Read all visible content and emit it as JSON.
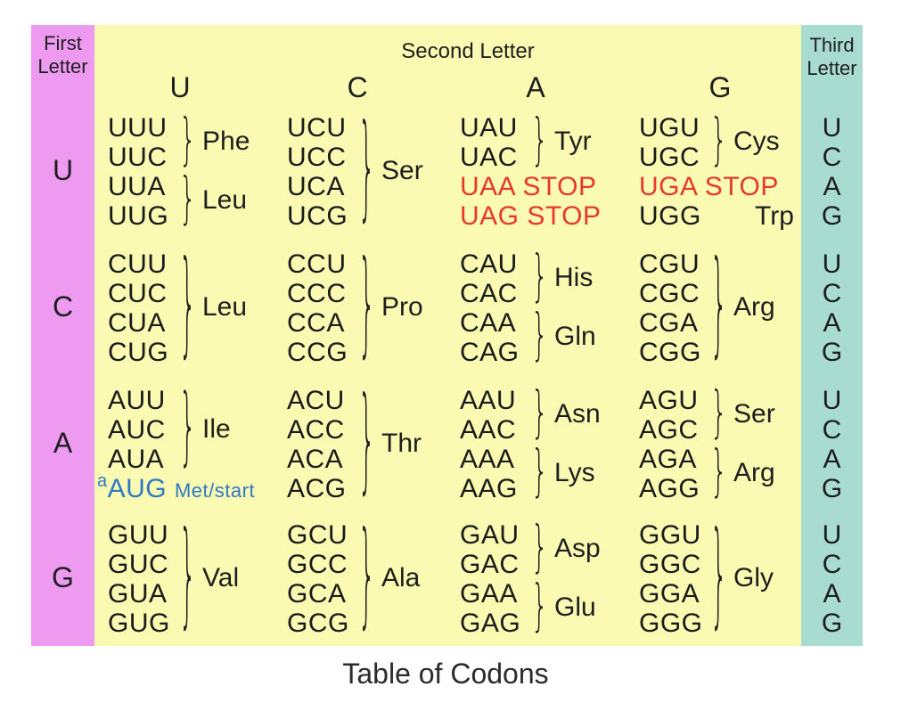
{
  "headers": {
    "first_letter": [
      "First",
      "Letter"
    ],
    "second_letter": "Second Letter",
    "third_letter": [
      "Third",
      "Letter"
    ],
    "second_letters": [
      "U",
      "C",
      "A",
      "G"
    ],
    "first_letters": [
      "U",
      "C",
      "A",
      "G"
    ],
    "third_letters": [
      "U",
      "C",
      "A",
      "G"
    ]
  },
  "rows": [
    {
      "cells": [
        {
          "codons": [
            "UUU",
            "UUC",
            "UUA",
            "UUG"
          ],
          "groups": [
            {
              "label": "Phe",
              "span": 2
            },
            {
              "label": "Leu",
              "span": 2
            }
          ]
        },
        {
          "codons": [
            "UCU",
            "UCC",
            "UCA",
            "UCG"
          ],
          "groups": [
            {
              "label": "Ser",
              "span": 4
            }
          ]
        },
        {
          "codons": [
            "UAU",
            "UAC",
            "UAA STOP",
            "UAG STOP"
          ],
          "groups": [
            {
              "label": "Tyr",
              "span": 2
            }
          ]
        },
        {
          "codons": [
            "UGU",
            "UGC",
            "UGA STOP",
            "UGG"
          ],
          "groups": [
            {
              "label": "Cys",
              "span": 2
            }
          ],
          "extra": "Trp"
        }
      ]
    },
    {
      "cells": [
        {
          "codons": [
            "CUU",
            "CUC",
            "CUA",
            "CUG"
          ],
          "groups": [
            {
              "label": "Leu",
              "span": 4
            }
          ]
        },
        {
          "codons": [
            "CCU",
            "CCC",
            "CCA",
            "CCG"
          ],
          "groups": [
            {
              "label": "Pro",
              "span": 4
            }
          ]
        },
        {
          "codons": [
            "CAU",
            "CAC",
            "CAA",
            "CAG"
          ],
          "groups": [
            {
              "label": "His",
              "span": 2
            },
            {
              "label": "Gln",
              "span": 2
            }
          ]
        },
        {
          "codons": [
            "CGU",
            "CGC",
            "CGA",
            "CGG"
          ],
          "groups": [
            {
              "label": "Arg",
              "span": 4
            }
          ]
        }
      ]
    },
    {
      "cells": [
        {
          "codons": [
            "AUU",
            "AUC",
            "AUA"
          ],
          "groups": [
            {
              "label": "Ile",
              "span": 3
            }
          ],
          "start": {
            "sup": "a",
            "codon": "AUG",
            "label": "Met/start"
          }
        },
        {
          "codons": [
            "ACU",
            "ACC",
            "ACA",
            "ACG"
          ],
          "groups": [
            {
              "label": "Thr",
              "span": 4
            }
          ]
        },
        {
          "codons": [
            "AAU",
            "AAC",
            "AAA",
            "AAG"
          ],
          "groups": [
            {
              "label": "Asn",
              "span": 2
            },
            {
              "label": "Lys",
              "span": 2
            }
          ]
        },
        {
          "codons": [
            "AGU",
            "AGC",
            "AGA",
            "AGG"
          ],
          "groups": [
            {
              "label": "Ser",
              "span": 2
            },
            {
              "label": "Arg",
              "span": 2
            }
          ]
        }
      ]
    },
    {
      "cells": [
        {
          "codons": [
            "GUU",
            "GUC",
            "GUA",
            "GUG"
          ],
          "groups": [
            {
              "label": "Val",
              "span": 4
            }
          ]
        },
        {
          "codons": [
            "GCU",
            "GCC",
            "GCA",
            "GCG"
          ],
          "groups": [
            {
              "label": "Ala",
              "span": 4
            }
          ]
        },
        {
          "codons": [
            "GAU",
            "GAC",
            "GAA",
            "GAG"
          ],
          "groups": [
            {
              "label": "Asp",
              "span": 2
            },
            {
              "label": "Glu",
              "span": 2
            }
          ]
        },
        {
          "codons": [
            "GGU",
            "GGC",
            "GGA",
            "GGG"
          ],
          "groups": [
            {
              "label": "Gly",
              "span": 4
            }
          ]
        }
      ]
    }
  ],
  "stop_codons": [
    "UAA STOP",
    "UAG STOP",
    "UGA STOP"
  ],
  "caption": "Table of Codons",
  "colors": {
    "first_column": "#ee9af0",
    "main_area": "#fbfab2",
    "third_column": "#a8dcd1",
    "stop": "#e6382e",
    "start": "#2f78c4"
  }
}
